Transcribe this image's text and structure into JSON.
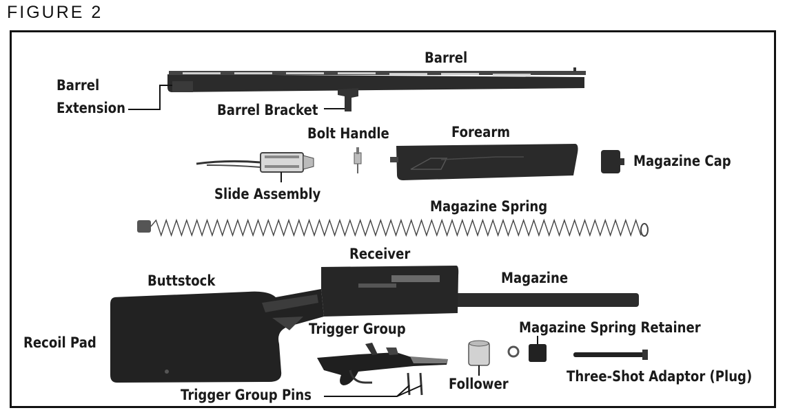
{
  "figure_title": "FIGURE 2",
  "labels": {
    "barrel": "Barrel",
    "barrel_extension_1": "Barrel",
    "barrel_extension_2": "Extension",
    "barrel_bracket": "Barrel Bracket",
    "bolt_handle": "Bolt Handle",
    "forearm": "Forearm",
    "magazine_cap": "Magazine Cap",
    "slide_assembly": "Slide Assembly",
    "magazine_spring": "Magazine Spring",
    "receiver": "Receiver",
    "buttstock": "Buttstock",
    "magazine": "Magazine",
    "recoil_pad": "Recoil Pad",
    "trigger_group": "Trigger Group",
    "magazine_spring_retainer": "Magazine Spring Retainer",
    "follower": "Follower",
    "three_shot_adaptor": "Three-Shot Adaptor (Plug)",
    "trigger_group_pins": "Trigger Group Pins"
  },
  "colors": {
    "part_dark": "#262626",
    "part_mid": "#555555",
    "line": "#111111"
  }
}
